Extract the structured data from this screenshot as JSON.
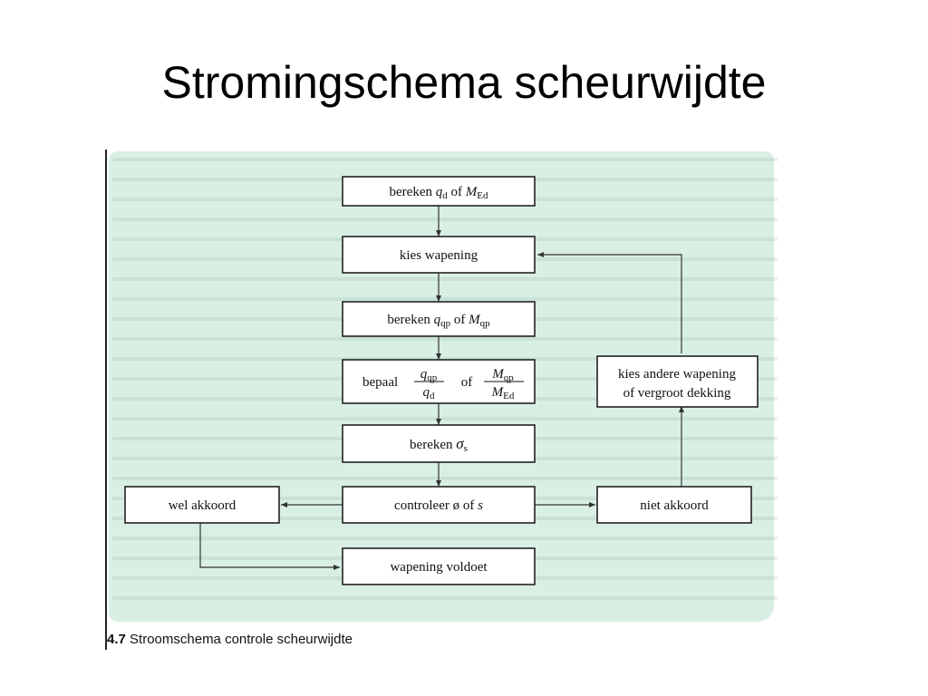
{
  "slide": {
    "title": "Stromingschema scheurwijdte"
  },
  "figure": {
    "number": "4.7",
    "caption": "Stroomschema controle scheurwijdte"
  },
  "flowchart": {
    "nodes": {
      "bereken_qd": {
        "prefix": "bereken ",
        "var1": "q",
        "sub1": "d",
        "mid": " of ",
        "var2": "M",
        "sub2": "Ed"
      },
      "kies_wapening": {
        "label": "kies wapening"
      },
      "bereken_qqp": {
        "prefix": "bereken ",
        "var1": "q",
        "sub1": "qp",
        "mid": " of ",
        "var2": "M",
        "sub2": "qp"
      },
      "bepaal": {
        "prefix": "bepaal",
        "num1": "q",
        "num1_sub": "qp",
        "den1": "q",
        "den1_sub": "d",
        "mid": "of",
        "num2": "M",
        "num2_sub": "qp",
        "den2": "M",
        "den2_sub": "Ed"
      },
      "bereken_sigma": {
        "prefix": "bereken ",
        "symbol": "σ",
        "sub": "s"
      },
      "controleer": {
        "prefix": "controleer ø  of ",
        "var": "s"
      },
      "wel_akkoord": {
        "label": "wel akkoord"
      },
      "niet_akkoord": {
        "label": "niet akkoord"
      },
      "wapening_voldoet": {
        "label": "wapening voldoet"
      },
      "kies_andere": {
        "line1": "kies andere wapening",
        "line2": "of vergroot dekking"
      }
    }
  },
  "colors": {
    "page_tint": "#d9efe4",
    "box_border": "#222222"
  }
}
